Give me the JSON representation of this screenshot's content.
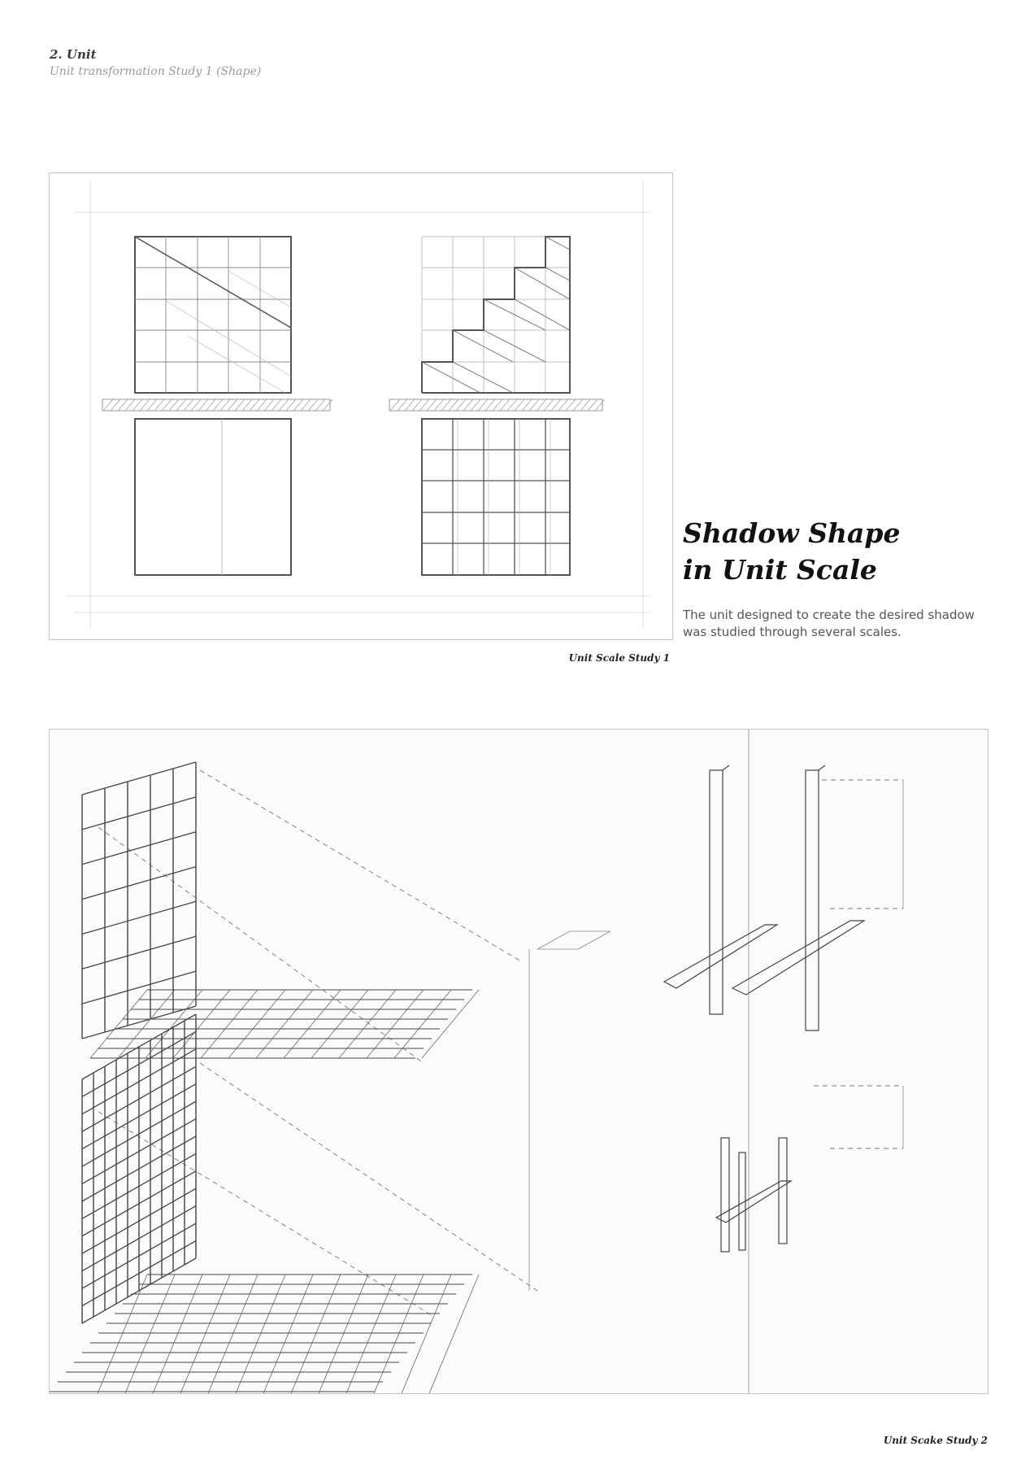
{
  "section": {
    "title": "2. Unit",
    "subtitle": "Unit transformation Study 1 (Shape)"
  },
  "feature": {
    "headline_line1": "Shadow Shape",
    "headline_line2": "in Unit Scale",
    "body": "The unit designed to create the desired shadow was studied through several scales."
  },
  "figures": {
    "figure1_caption": "Unit Scale Study 1",
    "figure2_caption": "Unit Scake Study 2"
  },
  "colors": {
    "ink": "#3a3a3a",
    "muted": "#9a9a9a",
    "pencil": "#555555"
  }
}
